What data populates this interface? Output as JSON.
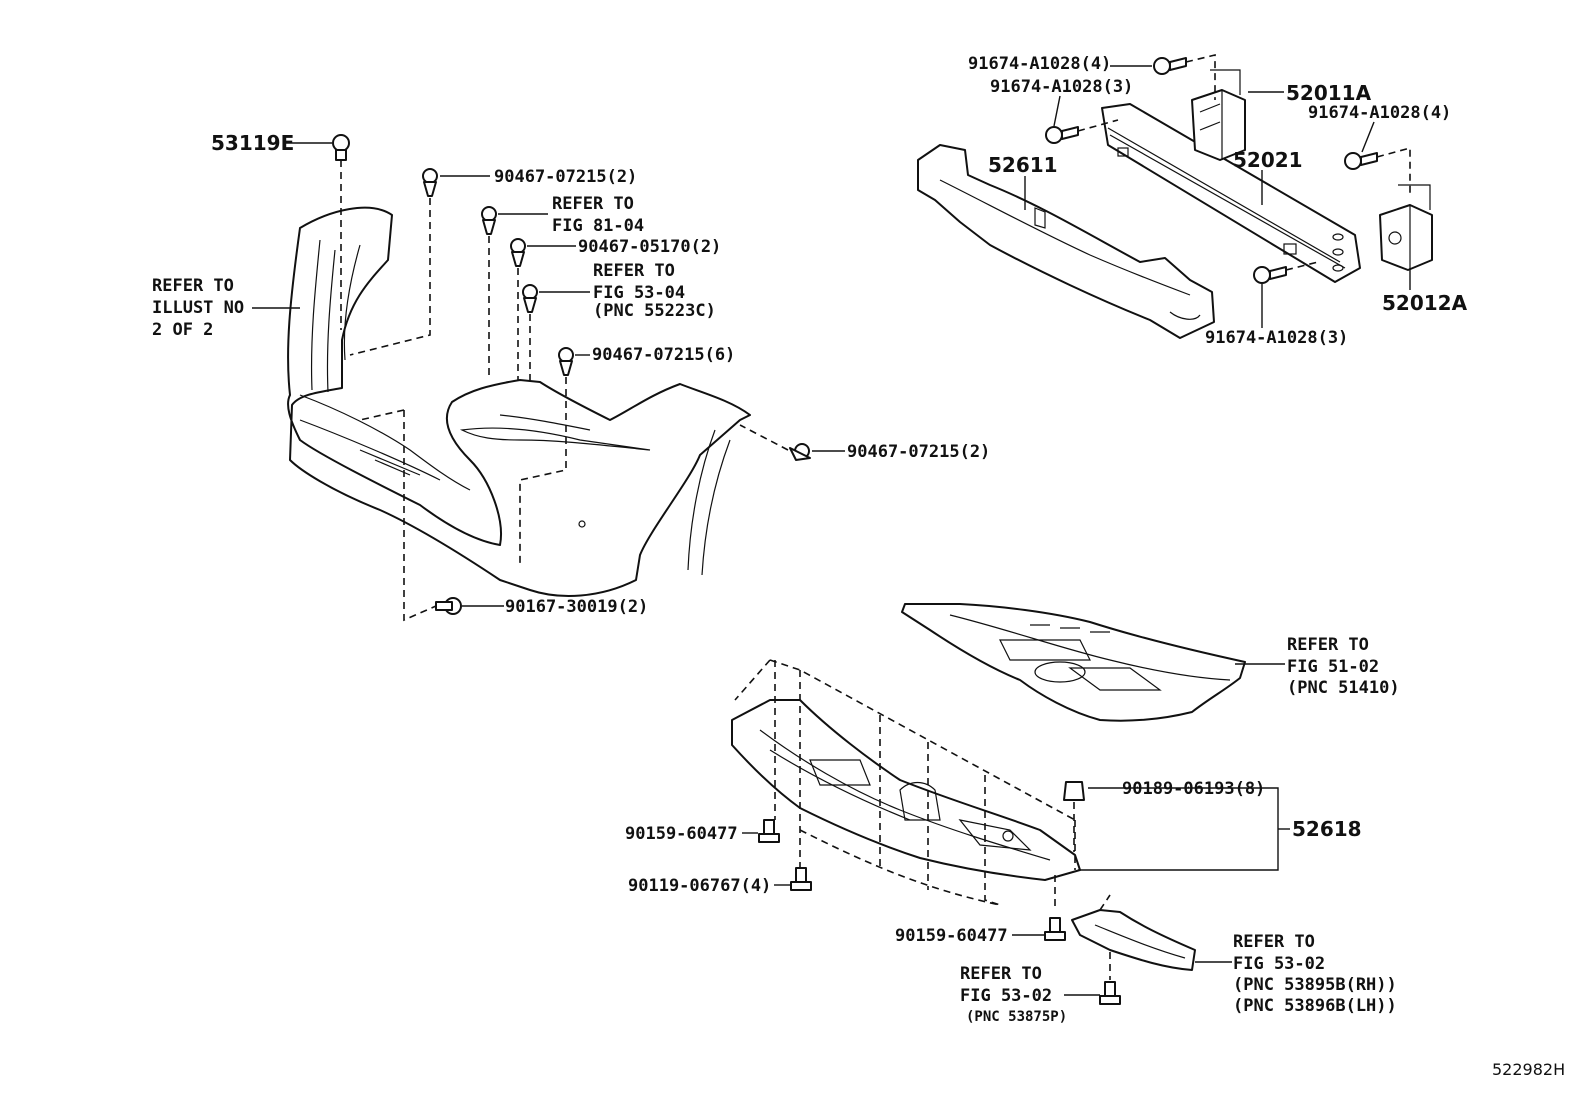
{
  "labels": {
    "p53119e": "53119E",
    "p90467_07215_2a": "90467-07215(2)",
    "p_refer_8104_l1": "REFER TO",
    "p_refer_8104_l2": "FIG 81-04",
    "p90467_05170": "90467-05170(2)",
    "p_refer_5304_l1": "REFER TO",
    "p_refer_5304_l2": "FIG 53-04",
    "p_refer_5304_l3": "(PNC 55223C)",
    "p90467_07215_6": "90467-07215(6)",
    "p90467_07215_2b": "90467-07215(2)",
    "p90167_30019": "90167-30019(2)",
    "p_illust_l1": "REFER TO",
    "p_illust_l2": "ILLUST NO",
    "p_illust_l3": "2 OF 2",
    "p91674_4a": "91674-A1028(4)",
    "p91674_3a": "91674-A1028(3)",
    "p52011a": "52011A",
    "p91674_4b": "91674-A1028(4)",
    "p52611": "52611",
    "p52021": "52021",
    "p52012a": "52012A",
    "p91674_3b": "91674-A1028(3)",
    "p_refer_5102_l1": "REFER TO",
    "p_refer_5102_l2": "FIG 51-02",
    "p_refer_5102_l3": "(PNC 51410)",
    "p90189": "90189-06193(8)",
    "p52618": "52618",
    "p90159_a": "90159-60477",
    "p90119": "90119-06767(4)",
    "p90159_b": "90159-60477",
    "p_refer_5302a_l1": "REFER TO",
    "p_refer_5302a_l2": "FIG 53-02",
    "p_refer_5302a_l3": "(PNC 53895B(RH))",
    "p_refer_5302a_l4": "(PNC 53896B(LH))",
    "p_refer_5302b_l1": "REFER TO",
    "p_refer_5302b_l2": "FIG 53-02",
    "p_refer_5302b_l3": "(PNC 53875P)",
    "diagram_id": "522982H"
  }
}
